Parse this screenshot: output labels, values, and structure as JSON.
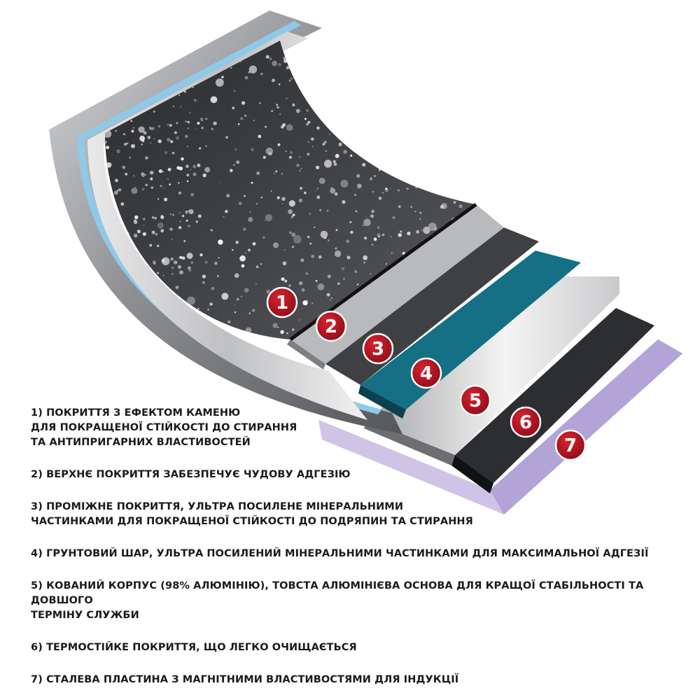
{
  "layers": [
    {
      "number": "1",
      "description": "1) ПОКРИТТЯ З ЕФЕКТОМ КАМЕНЮ\nДЛЯ ПОКРАЩЕНОЇ СТІЙКОСТІ ДО СТИРАННЯ\nТА АНТИПРИГАРНИХ ВЛАСТИВОСТЕЙ"
    },
    {
      "number": "2",
      "description": "2) ВЕРХНЄ ПОКРИТТЯ ЗАБЕЗПЕЧУЄ ЧУДОВУ АДГЕЗІЮ"
    },
    {
      "number": "3",
      "description": "3) ПРОМІЖНЕ ПОКРИТТЯ, УЛЬТРА ПОСИЛЕНЕ МІНЕРАЛЬНИМИ\nЧАСТИНКАМИ ДЛЯ ПОКРАЩЕНОЇ СТІЙКОСТІ ДО ПОДРЯПИН ТА СТИРАННЯ"
    },
    {
      "number": "4",
      "description": "4) ГРУНТОВИЙ ШАР, УЛЬТРА ПОСИЛЕНИЙ МІНЕРАЛЬНИМИ ЧАСТИНКАМИ ДЛЯ МАКСИМАЛЬНОЇ АДГЕЗІЇ"
    },
    {
      "number": "5",
      "description": "5) КОВАНИЙ КОРПУС (98% АЛЮМІНІЮ), ТОВСТА АЛЮМІНІЄВА ОСНОВА ДЛЯ КРАЩОЇ СТАБІЛЬНОСТІ ТА ДОВШОГО\nТЕРМІНУ СЛУЖБИ"
    },
    {
      "number": "6",
      "description": "6) ТЕРМОСТІЙКЕ ПОКРИТТЯ, ЩО ЛЕГКО ОЧИЩАЄТЬСЯ"
    },
    {
      "number": "7",
      "description": "7) СТАЛЕВА ПЛАСТИНА З МАГНІТНИМИ ВЛАСТИВОСТЯМИ ДЛЯ ІНДУКЦІЇ"
    }
  ],
  "colors": {
    "marker": "#b3121f",
    "stone": "#3c3d40",
    "teal": "#136b80",
    "lavender": "#9484bf",
    "steel": "#9a9ca0"
  }
}
